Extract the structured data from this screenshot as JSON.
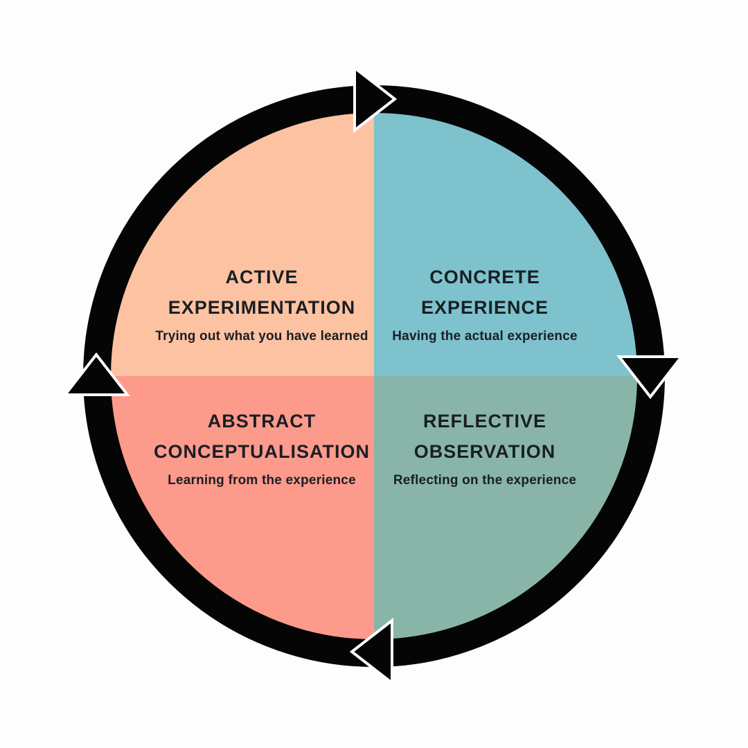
{
  "canvas": {
    "background": "#fdfdfd",
    "ring_color": "#050505",
    "arrow_fill": "#050505",
    "arrow_outline": "#ffffff",
    "text_color": "#1a1e24"
  },
  "cycle": {
    "name": "learning-cycle",
    "quadrants": [
      {
        "id": "active-experimentation",
        "position": "top-left",
        "title_line1": "ACTIVE",
        "title_line2": "EXPERIMENTATION",
        "subtitle": "Trying out what you have learned",
        "color": "#fcc2a1"
      },
      {
        "id": "concrete-experience",
        "position": "top-right",
        "title_line1": "CONCRETE",
        "title_line2": "EXPERIENCE",
        "subtitle": "Having the actual experience",
        "color": "#7dc2cc"
      },
      {
        "id": "reflective-observation",
        "position": "bottom-right",
        "title_line1": "REFLECTIVE",
        "title_line2": "OBSERVATION",
        "subtitle": "Reflecting on the experience",
        "color": "#88b5a8"
      },
      {
        "id": "abstract-conceptualisation",
        "position": "bottom-left",
        "title_line1": "ABSTRACT",
        "title_line2": "CONCEPTUALISATION",
        "subtitle": "Learning from the experience",
        "color": "#fc9a8c"
      }
    ],
    "arrows": [
      {
        "position": "top",
        "direction": "right"
      },
      {
        "position": "right",
        "direction": "down"
      },
      {
        "position": "bottom",
        "direction": "left"
      },
      {
        "position": "left",
        "direction": "up"
      }
    ]
  }
}
